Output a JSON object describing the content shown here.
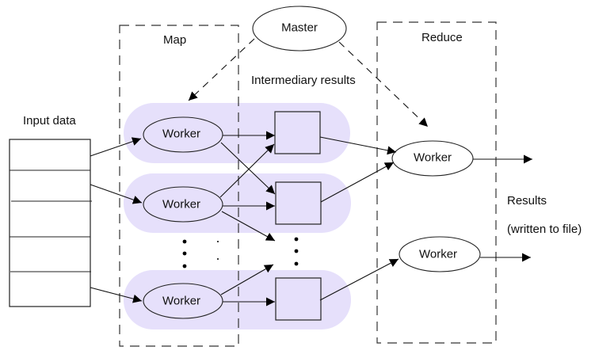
{
  "diagram": {
    "title": "MapReduce execution overview",
    "labels": {
      "input_data": "Input data",
      "map": "Map",
      "reduce": "Reduce",
      "master": "Master",
      "intermediary": "Intermediary results",
      "results": "Results",
      "results_note": "(written to file)"
    },
    "nodes": {
      "master": {
        "label": "Master",
        "type": "ellipse"
      },
      "map_workers": [
        {
          "label": "Worker"
        },
        {
          "label": "Worker"
        },
        {
          "label": "Worker"
        }
      ],
      "intermediate_boxes": 3,
      "reduce_workers": [
        {
          "label": "Worker"
        },
        {
          "label": "Worker"
        }
      ],
      "input_partitions": 5
    },
    "edges": [
      {
        "from": "master",
        "to": "map_worker_1",
        "style": "dashed"
      },
      {
        "from": "master",
        "to": "reduce_worker_1",
        "style": "dashed"
      },
      {
        "from": "input_partition_1",
        "to": "map_worker_1",
        "style": "solid"
      },
      {
        "from": "input_partition_2",
        "to": "map_worker_2",
        "style": "solid"
      },
      {
        "from": "input_partition_5",
        "to": "map_worker_3",
        "style": "solid"
      },
      {
        "from": "map_worker_1",
        "to": "intermediate_1",
        "style": "solid"
      },
      {
        "from": "map_worker_1",
        "to": "intermediate_2",
        "style": "solid"
      },
      {
        "from": "map_worker_2",
        "to": "intermediate_1",
        "style": "solid"
      },
      {
        "from": "map_worker_2",
        "to": "intermediate_2",
        "style": "solid"
      },
      {
        "from": "map_worker_2",
        "to": "intermediate_ellipsis",
        "style": "solid"
      },
      {
        "from": "map_worker_3",
        "to": "intermediate_ellipsis",
        "style": "solid"
      },
      {
        "from": "map_worker_3",
        "to": "intermediate_3",
        "style": "solid"
      },
      {
        "from": "intermediate_1",
        "to": "reduce_worker_1",
        "style": "solid"
      },
      {
        "from": "intermediate_2",
        "to": "reduce_worker_1",
        "style": "solid"
      },
      {
        "from": "intermediate_3",
        "to": "reduce_worker_2",
        "style": "solid"
      },
      {
        "from": "reduce_worker_1",
        "to": "results",
        "style": "solid"
      },
      {
        "from": "reduce_worker_2",
        "to": "results",
        "style": "solid"
      }
    ],
    "colors": {
      "lane_fill": "#e6e0fb",
      "stroke": "#222222",
      "text": "#111111",
      "background": "#ffffff"
    }
  }
}
